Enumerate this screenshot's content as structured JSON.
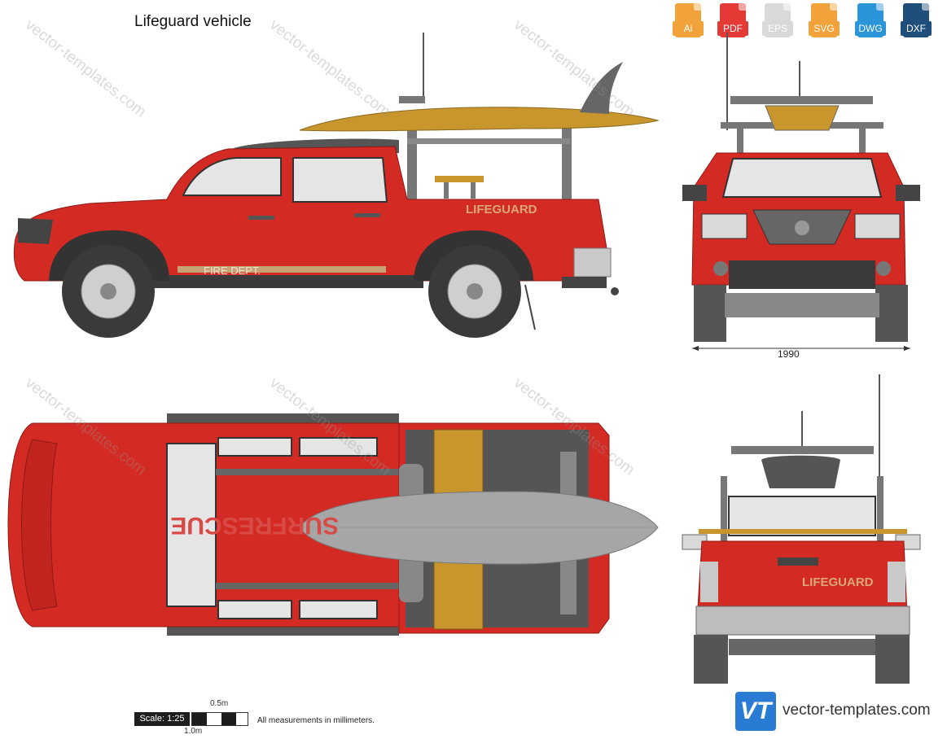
{
  "title": "Lifeguard vehicle",
  "formats": [
    {
      "label": "Ai",
      "color": "#f2a23a"
    },
    {
      "label": "PDF",
      "color": "#e53935"
    },
    {
      "label": "EPS",
      "color": "#d9d9d9"
    },
    {
      "label": "SVG",
      "color": "#f2a23a"
    },
    {
      "label": "DWG",
      "color": "#2a95d9"
    },
    {
      "label": "DXF",
      "color": "#1f4e7a"
    }
  ],
  "vehicle": {
    "body_color": "#d42a24",
    "side_text_1": "LIFEGUARD",
    "side_text_2": "FIRE DEPT.",
    "board_text": "SURFRESCUE",
    "rear_text": "LIFEGUARD"
  },
  "dimensions": {
    "width": "1990"
  },
  "scale": {
    "label": "Scale: 1:25",
    "half": "0.5m",
    "full": "1.0m",
    "note": "All measurements in millimeters."
  },
  "brand": {
    "logo": "VT",
    "name": "vector-templates.com"
  },
  "watermark": "vector-templates.com"
}
